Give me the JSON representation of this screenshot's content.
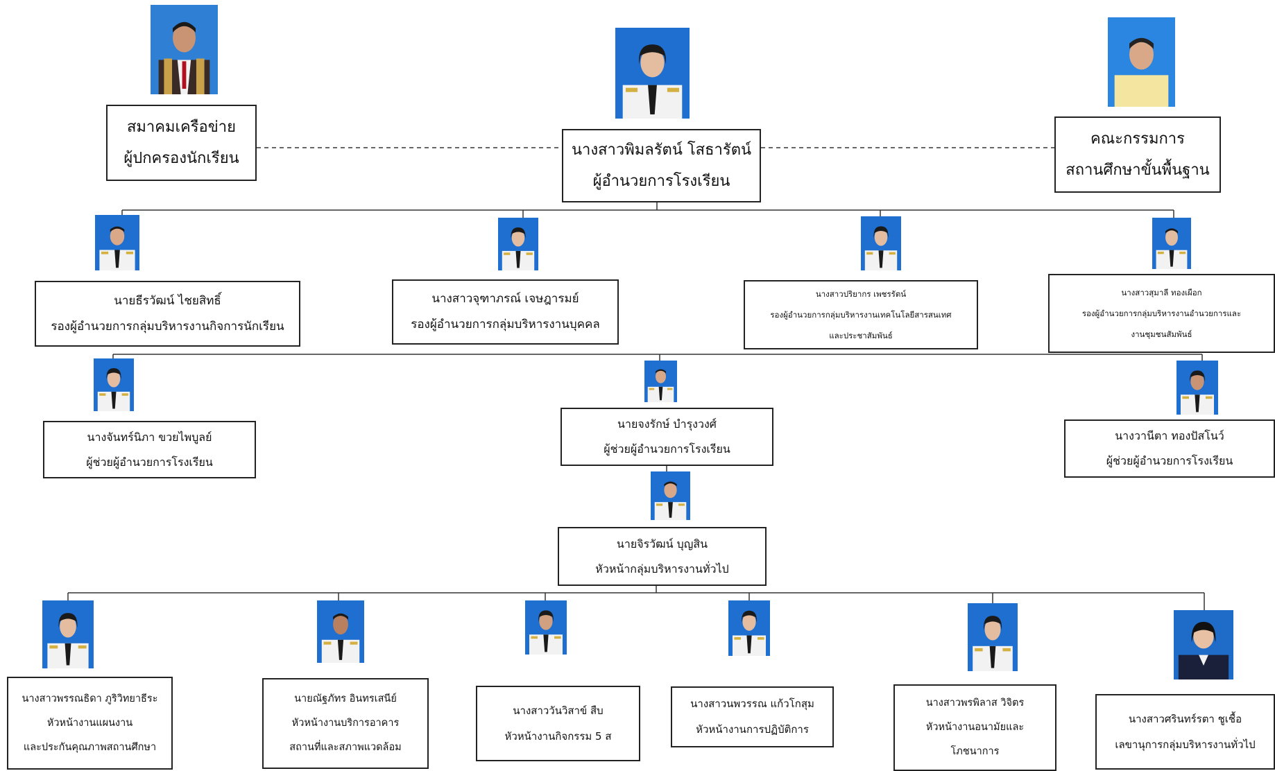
{
  "nodes": {
    "parent_network": {
      "line1": "สมาคมเครือข่าย",
      "line2": "ผู้ปกครองนักเรียน"
    },
    "director": {
      "name": "นางสาวพิมลรัตน์ โสธารัตน์",
      "title": "ผู้อำนวยการโรงเรียน"
    },
    "board": {
      "line1": "คณะกรรมการ",
      "line2": "สถานศึกษาขั้นพื้นฐาน"
    },
    "deputy_student": {
      "name": "นายธีรวัฒน์ ไชยสิทธิ์",
      "title": "รองผู้อำนวยการกลุ่มบริหารงานกิจการนักเรียน"
    },
    "deputy_personnel": {
      "name": "นางสาวจุฑาภรณ์ เจษฎารมย์",
      "title": "รองผู้อำนวยการกลุ่มบริหารงานบุคคล"
    },
    "deputy_it": {
      "name": "นางสาวปริยากร เพชรรัตน์",
      "title1": "รองผู้อำนวยการกลุ่มบริหารงานเทคโนโลยีสารสนเทศ",
      "title2": "และประชาสัมพันธ์"
    },
    "deputy_admin": {
      "name": "นางสาวสุมาลี ทองเผือก",
      "title1": "รองผู้อำนวยการกลุ่มบริหารงานอำนวยการและ",
      "title2": "งานชุมชนสัมพันธ์"
    },
    "asst_left": {
      "name": "นางจันทร์นิภา ขวยไพบูลย์",
      "title": "ผู้ช่วยผู้อำนวยการโรงเรียน"
    },
    "asst_center": {
      "name": "นายจงรักษ์ บำรุงวงศ์",
      "title": "ผู้ช่วยผู้อำนวยการโรงเรียน"
    },
    "asst_right": {
      "name": "นางวานีตา ทองปัสโนว์",
      "title": "ผู้ช่วยผู้อำนวยการโรงเรียน"
    },
    "general_head": {
      "name": "นายจิรวัฒน์ บุญสิน",
      "title": "หัวหน้ากลุ่มบริหารงานทั่วไป"
    },
    "staff_plan": {
      "name": "นางสาวพรรณธิดา ภูริวิทยาธีระ",
      "title1": "หัวหน้างานแผนงาน",
      "title2": "และประกันคุณภาพสถานศึกษา"
    },
    "staff_building": {
      "name": "นายณัฐภัทร อินทรเสนีย์",
      "title1": "หัวหน้างานบริการอาคาร",
      "title2": "สถานที่และสภาพแวดล้อม"
    },
    "staff_5s": {
      "name": "นางสาววันวิสาข์ สืบ",
      "title": "หัวหน้างานกิจกรรม 5 ส"
    },
    "staff_practicum": {
      "name": "นางสาวนพวรรณ แก้วโกสุม",
      "title": "หัวหน้างานการปฏิบัติการ"
    },
    "staff_health": {
      "name": "นางสาวพรพิลาส วิจิตร",
      "title1": "หัวหน้างานอนามัยและ",
      "title2": "โภชนาการ"
    },
    "staff_secretary": {
      "name": "นางสาวศรินทร์รตา ชูเชื้อ",
      "title": "เลขานุการกลุ่มบริหารงานทั่วไป"
    }
  },
  "colors": {
    "line": "#333333",
    "box_border": "#222222",
    "photo_blue": "#1f6fd0",
    "uniform_white": "#f2f2f2"
  }
}
